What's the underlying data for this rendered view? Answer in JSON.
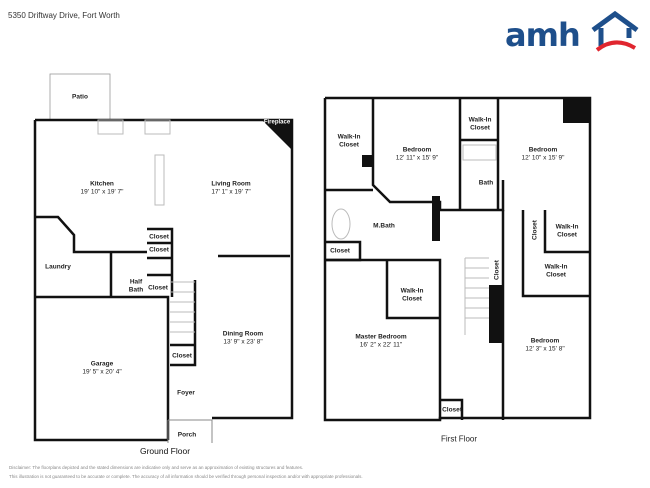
{
  "header": {
    "address": "5350 Driftway Drive, Fort Worth"
  },
  "logo": {
    "text": "amh",
    "brand_color": "#1e4f8b",
    "accent_color": "#e0262f"
  },
  "ground_floor": {
    "title": "Ground Floor",
    "rooms": [
      {
        "name": "Patio"
      },
      {
        "name": "Fireplace"
      },
      {
        "name": "Kitchen",
        "dims": "19' 10\" x 19' 7\""
      },
      {
        "name": "Living Room",
        "dims": "17' 1\" x 19' 7\""
      },
      {
        "name": "Closet"
      },
      {
        "name": "Closet"
      },
      {
        "name": "Laundry"
      },
      {
        "name": "Half Bath"
      },
      {
        "name": "Closet"
      },
      {
        "name": "Garage",
        "dims": "19' 5\" x 20' 4\""
      },
      {
        "name": "Dining Room",
        "dims": "13' 9\" x 23' 8\""
      },
      {
        "name": "Closet"
      },
      {
        "name": "Foyer"
      },
      {
        "name": "Porch"
      }
    ]
  },
  "first_floor": {
    "title": "First Floor",
    "rooms": [
      {
        "name": "Walk-In Closet"
      },
      {
        "name": "Bedroom",
        "dims": "12' 11\" x 15' 9\""
      },
      {
        "name": "Walk-In Closet"
      },
      {
        "name": "Bedroom",
        "dims": "12' 10\" x 15' 9\""
      },
      {
        "name": "Bath"
      },
      {
        "name": "M.Bath"
      },
      {
        "name": "Closet"
      },
      {
        "name": "Closet"
      },
      {
        "name": "Walk-In Closet"
      },
      {
        "name": "Walk-In Closet"
      },
      {
        "name": "Closet"
      },
      {
        "name": "Walk-In Closet"
      },
      {
        "name": "Master Bedroom",
        "dims": "16' 2\" x 22' 11\""
      },
      {
        "name": "Bedroom",
        "dims": "12' 3\" x 15' 8\""
      },
      {
        "name": "Closet"
      }
    ]
  },
  "disclaimer": {
    "line1": "Disclaimer: The floorplans depicted and the stated dimensions are indicative only and serve as an approximation of existing structures and features.",
    "line2": "This illustration is not guaranteed to be accurate or complete. The accuracy of all information should be verified through personal inspection and/or with appropriate professionals."
  }
}
